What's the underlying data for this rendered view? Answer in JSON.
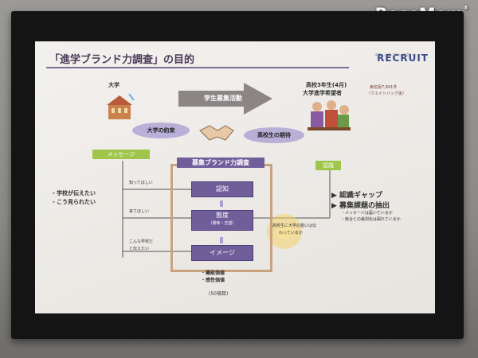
{
  "logo": "ReseMom",
  "slide": {
    "title": "「進学ブランド力調査」の目的",
    "brand": "RECRUIT",
    "brand_tagline": "まだ、ここにない、出会い。",
    "university_label": "大学",
    "activity_label": "学生募集活動",
    "promise_label": "大学の約束",
    "expectation_label": "高校生の期待",
    "students_title_1": "高校3年生(4月)",
    "students_title_2": "大学進学希望者",
    "students_note_1": "東名阪7,891件",
    "students_note_2": "（ウエイトバック後）",
    "message_label": "メッセージ",
    "recognition_label": "認識",
    "survey_title": "募集ブランド力調査",
    "want_1": "・学校が伝えたい",
    "want_2": "・こう見られたい",
    "known_label": "知ってほしい",
    "come_label": "来てほしい",
    "school_label_1": "こんな学校だ",
    "school_label_2": "と伝えたい",
    "step_awareness": "認知",
    "step_attitude": "態度",
    "step_attitude_sub": "（興味・志望）",
    "step_image": "イメージ",
    "value_1": "・機能価値",
    "value_2": "・感性価値",
    "items_count": "(50項目)",
    "gap_1": "▶ 認識ギャップ",
    "gap_2": "▶ 募集課題の抽出",
    "gap_sub_1": "・メッセージは届いているか",
    "gap_sub_2": "・競合との差別化は図れているか",
    "reach_1": "高校生に大学の狙いは伝",
    "reach_2": "わっているか"
  },
  "colors": {
    "accent_violet": "#6f5e9a",
    "accent_green": "#9fc54a",
    "frame_tan": "#c9a37e"
  }
}
